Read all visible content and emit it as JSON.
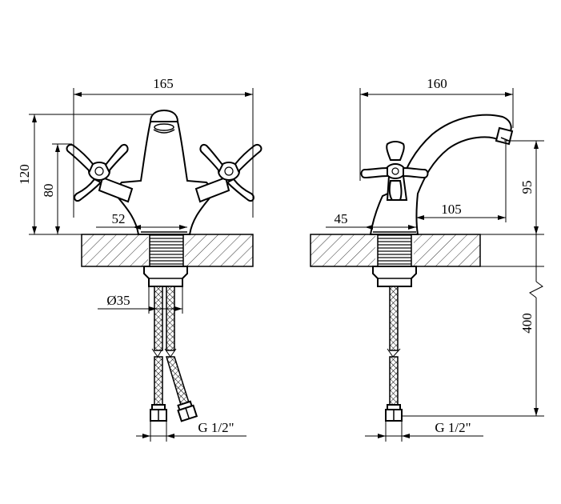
{
  "front_view": {
    "dims": {
      "overall_width": "165",
      "overall_height": "120",
      "handle_height": "80",
      "base_width": "52",
      "tail_diameter": "Ø35",
      "hose_thread": "G 1/2\""
    }
  },
  "side_view": {
    "dims": {
      "overall_length": "160",
      "spout_height": "95",
      "spout_reach": "105",
      "body_offset": "45",
      "hose_length": "400",
      "hose_thread": "G 1/2\""
    }
  }
}
